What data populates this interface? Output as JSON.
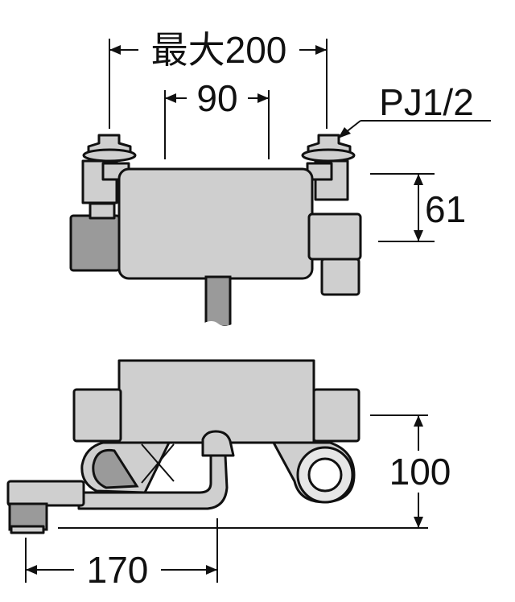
{
  "dimensions": {
    "max_width": "最大200",
    "center_spacing": "90",
    "connection": "PJ1/2",
    "height_top": "61",
    "height_side": "100",
    "spout_length": "170"
  },
  "colors": {
    "body_fill": "#cfcfcf",
    "dark_fill": "#9a9a9a",
    "line": "#111111"
  }
}
